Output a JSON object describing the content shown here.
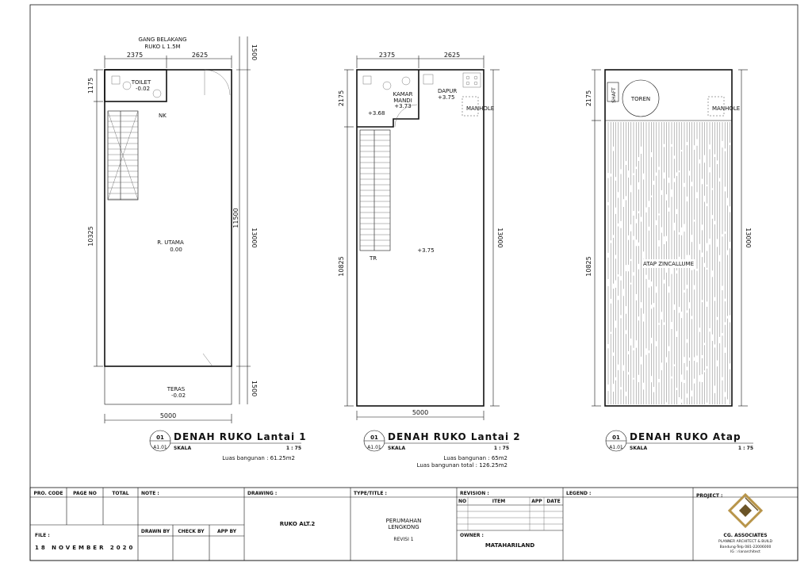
{
  "plan1": {
    "header_top_1": "GANG BELAKANG",
    "header_top_2": "RUKO L 1.5M",
    "dim_top_left": "2375",
    "dim_top_right": "2625",
    "dim_right_top": "1500",
    "dim_left_top": "1175",
    "dim_left_main": "10325",
    "dim_right_main1": "11500",
    "dim_right_main2": "13000",
    "dim_right_bottom": "1500",
    "dim_bottom": "5000",
    "toilet_label": "TOILET",
    "toilet_level": "-0.02",
    "nk_label": "NK",
    "room_label": "R. UTAMA",
    "room_level": "0.00",
    "teras_label": "TERAS",
    "teras_level": "-0.02",
    "title_num": "01",
    "title_sheet": "A1.01",
    "title_text": "DENAH RUKO Lantai 1",
    "scale_label": "SKALA",
    "scale_value": "1 : 75",
    "note1": "Luas bangunan : 61.25m2"
  },
  "plan2": {
    "dim_top_left": "2375",
    "dim_top_right": "2625",
    "dim_left_top": "2175",
    "dim_left_main": "10825",
    "dim_right": "13000",
    "dim_bottom": "5000",
    "kamar_label": "KAMAR",
    "mandi_label": "MANDI",
    "kamar_level": "+3.73",
    "dapur_label": "DAPUR",
    "dapur_level": "+3.75",
    "manhole_label": "MANHOLE",
    "stair_level": "+3.68",
    "tr_label": "TR",
    "floor_level": "+3.75",
    "title_num": "01",
    "title_sheet": "A1.01",
    "title_text": "DENAH RUKO Lantai 2",
    "scale_label": "SKALA",
    "scale_value": "1 : 75",
    "note1": "Luas bangunan : 65m2",
    "note2": "Luas bangunan total : 126.25m2"
  },
  "plan3": {
    "dim_left_top": "2175",
    "dim_left_main": "10825",
    "dim_right": "13000",
    "shaft_label": "SHAFT",
    "toren_label": "TOREN",
    "manhole_label": "MANHOLE",
    "roof_label": "ATAP ZINCALLUME",
    "title_num": "01",
    "title_sheet": "A1.01",
    "title_text": "DENAH RUKO Atap",
    "scale_label": "SKALA",
    "scale_value": "1 : 75"
  },
  "titleblock": {
    "pro_code": "PRO. CODE",
    "page_no": "PAGE NO",
    "total": "TOTAL",
    "note": "NOTE :",
    "drawing": "DRAWING :",
    "drawing_value": "RUKO ALT.2",
    "type_title": "TYPE/TITLE :",
    "type_value_1": "PERUMAHAN",
    "type_value_2": "LENGKONG",
    "type_value_3": "REVISI 1",
    "revision": "REVISION :",
    "rev_no": "NO",
    "rev_item": "ITEM",
    "rev_app": "APP",
    "rev_date": "DATE",
    "owner": "OWNER :",
    "owner_value": "MATAHARILAND",
    "legend": "LEGEND :",
    "project": "PROJECT :",
    "company": "CG. ASSOCIATES",
    "company_sub": "PLANNER ARCHITECT & BUILD",
    "company_phone": "Bandung-Telp 081-22006000",
    "company_ig": "IG : rianarchitect",
    "file": "FILE :",
    "date": "18 NOVEMBER 2020",
    "drawn_by": "DRAWN BY",
    "check_by": "CHECK BY",
    "app_by": "APP BY"
  },
  "colors": {
    "logo_gold": "#b8954a",
    "logo_dark": "#6b5427"
  }
}
